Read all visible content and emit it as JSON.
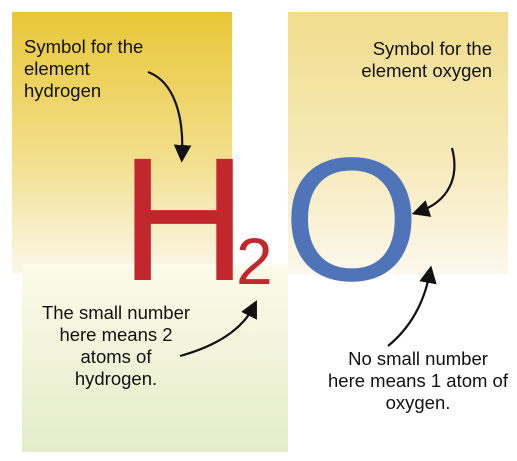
{
  "labels": {
    "hydrogen_symbol": "Symbol for the element hydrogen",
    "oxygen_symbol": "Symbol for the element oxygen",
    "small_number": "The small number here means 2 atoms of hydrogen.",
    "no_small_number": "No small number here means 1 atom of oxygen."
  },
  "formula": {
    "element_1": "H",
    "subscript": "2",
    "element_2": "O"
  },
  "colors": {
    "hydrogen": "#c2272d",
    "oxygen": "#4f74b8"
  }
}
